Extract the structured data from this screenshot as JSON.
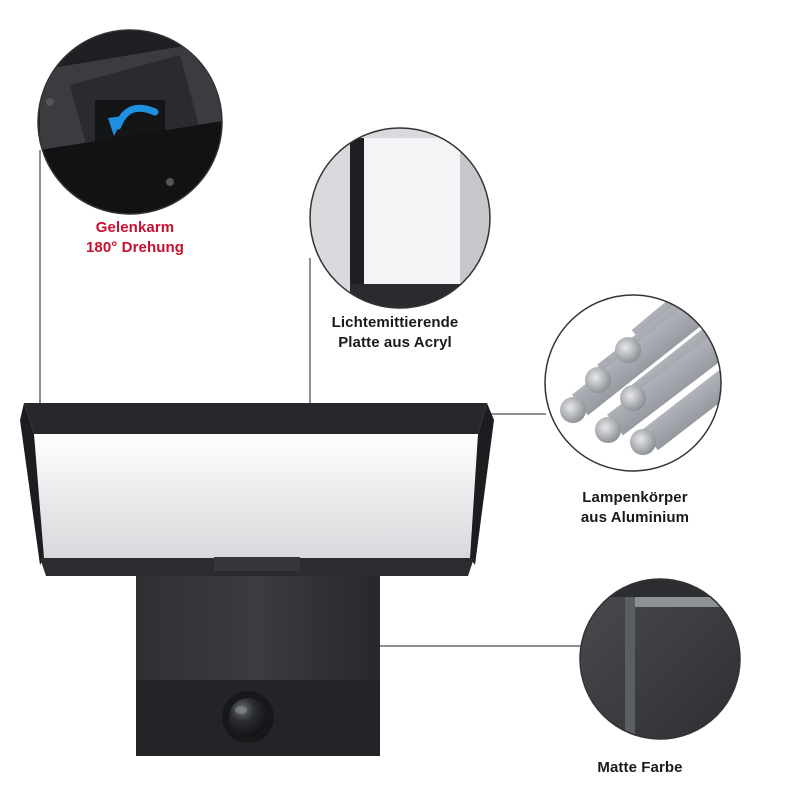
{
  "labels": {
    "arm": {
      "line1": "Gelenkarm",
      "line2": "180° Drehung",
      "color": "#c8102e"
    },
    "plate": {
      "line1": "Lichtemittierende",
      "line2": "Platte aus Acryl"
    },
    "body": {
      "line1": "Lampenkörper",
      "line2": "aus Aluminium"
    },
    "finish": {
      "line1": "Matte Farbe"
    }
  },
  "icons": {
    "rotate": "rotate-arrow-icon",
    "sensor": "motion-sensor-icon"
  },
  "colors": {
    "housing": "#2b2c2f",
    "panel": "#ececee",
    "accent_arrow": "#1f8fe0",
    "accent_text": "#c8102e"
  }
}
